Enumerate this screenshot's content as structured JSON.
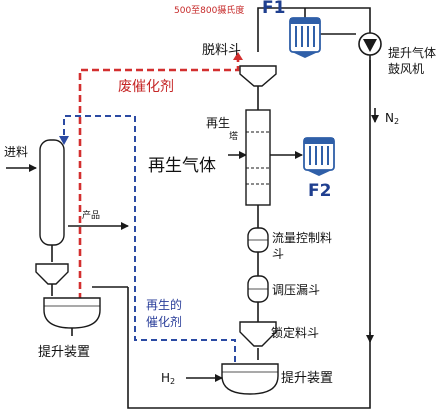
{
  "labels": {
    "temp_range": "500至800摄氏度",
    "f1": "F1",
    "f2": "F2",
    "degassing_hopper": "脱料斗",
    "lift_gas_blower": "提升气体\n鼓风机",
    "spent_catalyst": "废催化剂",
    "n2": "N",
    "n2_sub": "2",
    "regen": "再生",
    "tower": "塔",
    "regen_gas": "再生气体",
    "feed": "进料",
    "product": "产品",
    "flow_control_hopper": "流量控制料\n斗",
    "pressure_hopper": "调压漏斗",
    "regenerated_catalyst": "再生的\n催化剂",
    "lock_hopper": "锁定料斗",
    "lift_device_left": "提升装置",
    "lift_device_bottom": "提升装置",
    "h2": "H",
    "h2_sub": "2"
  },
  "colors": {
    "line": "#1a1a1a",
    "spent_catalyst_line": "#d32f2f",
    "regen_catalyst_line": "#2b4aa3",
    "vessel_fill": "#ffffff",
    "filter_blue": "#2f5fa8",
    "label_red": "#c62828",
    "label_blue": "#2b3f9a"
  },
  "icons": [
    "filter-f1-icon",
    "filter-f2-icon",
    "blower-icon"
  ]
}
